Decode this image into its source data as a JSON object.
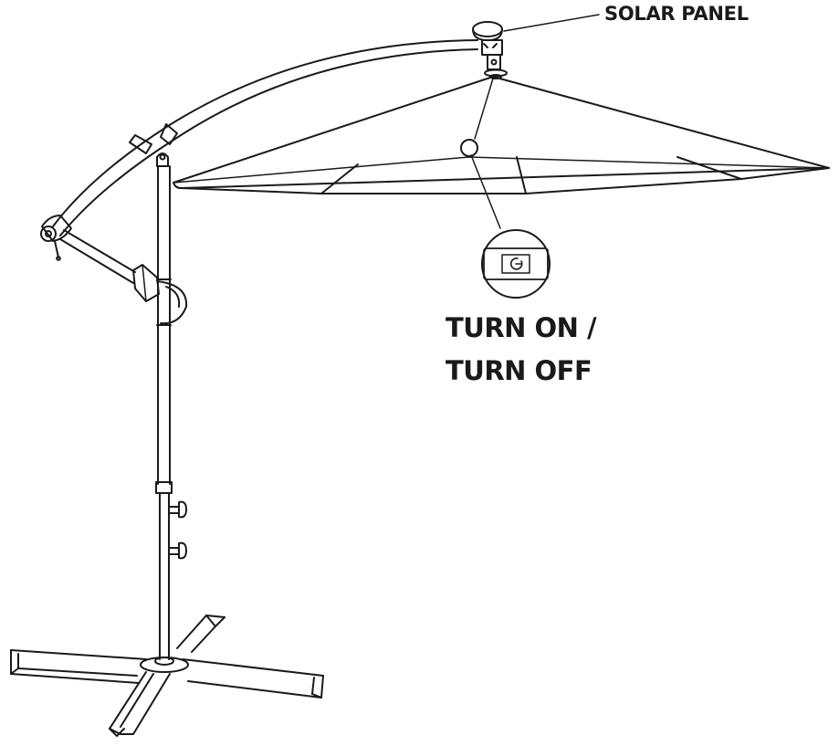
{
  "labels": {
    "solar_panel": "SOLAR PANEL",
    "turn_on": "TURN ON /",
    "turn_off": "TURN OFF"
  },
  "icons": {
    "power_button": "power-icon"
  },
  "colors": {
    "line": "#1a1a1a",
    "background": "#ffffff"
  }
}
